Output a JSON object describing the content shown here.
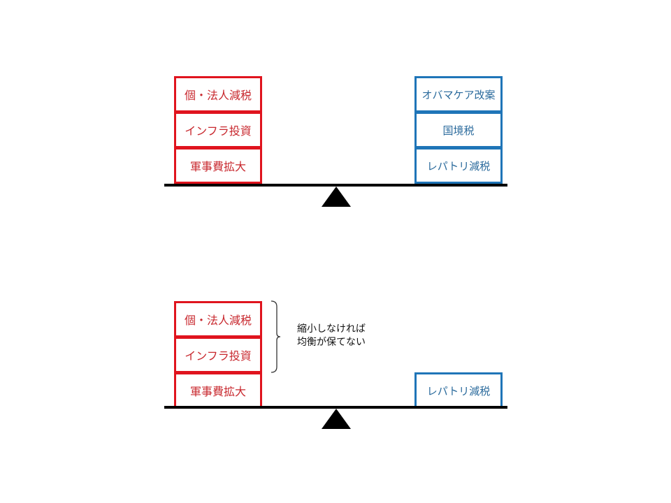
{
  "top_scale": {
    "left_items": [
      "個・法人減税",
      "インフラ投資",
      "軍事費拡大"
    ],
    "right_items": [
      "オバマケア改案",
      "国境税",
      "レパトリ減税"
    ]
  },
  "bottom_scale": {
    "left_items": [
      "個・法人減税",
      "インフラ投資",
      "軍事費拡大"
    ],
    "right_items": [
      "レパトリ減税"
    ],
    "note_lines": [
      "縮小しなければ",
      "均衡が保てない"
    ]
  },
  "colors": {
    "left": "#e0141e",
    "right": "#1f75b8"
  }
}
